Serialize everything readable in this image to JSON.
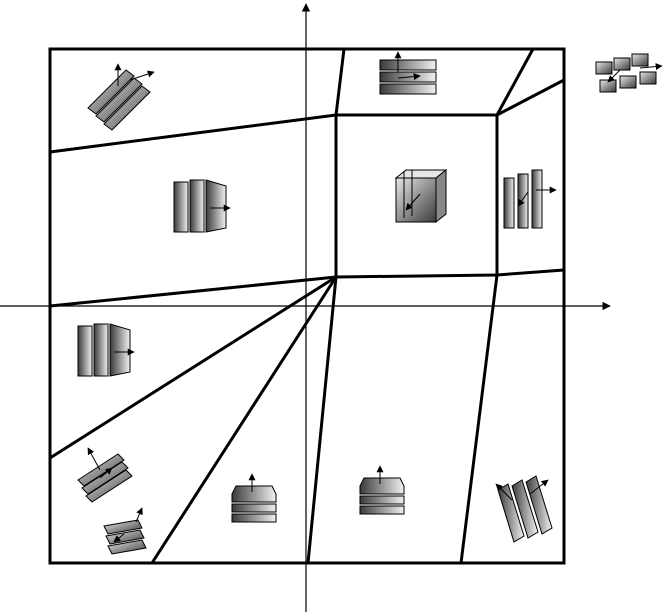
{
  "diagram": {
    "type": "phase-diagram",
    "axes": {
      "x_label": "",
      "y_label": ""
    },
    "regions": [
      {
        "id": "top-left",
        "glyph": "stacked-slabs-diagonal"
      },
      {
        "id": "top-middle",
        "glyph": "stacked-plates-horizontal"
      },
      {
        "id": "top-right-outside",
        "glyph": "cube-cluster"
      },
      {
        "id": "upper-left",
        "glyph": "parallel-slabs"
      },
      {
        "id": "center-square",
        "glyph": "cube-stack"
      },
      {
        "id": "right-strip",
        "glyph": "vertical-pillars"
      },
      {
        "id": "left-middle",
        "glyph": "parallel-slabs"
      },
      {
        "id": "lower-left-1",
        "glyph": "tilted-stack"
      },
      {
        "id": "lower-left-2",
        "glyph": "tilted-stack"
      },
      {
        "id": "bottom-middle-left",
        "glyph": "stacked-plates"
      },
      {
        "id": "bottom-middle",
        "glyph": "stacked-plates"
      },
      {
        "id": "bottom-right",
        "glyph": "tilted-pillars"
      }
    ],
    "colors": {
      "line": "#000000",
      "fill_dark": "#444444",
      "fill_light": "#f2f2f2"
    }
  }
}
